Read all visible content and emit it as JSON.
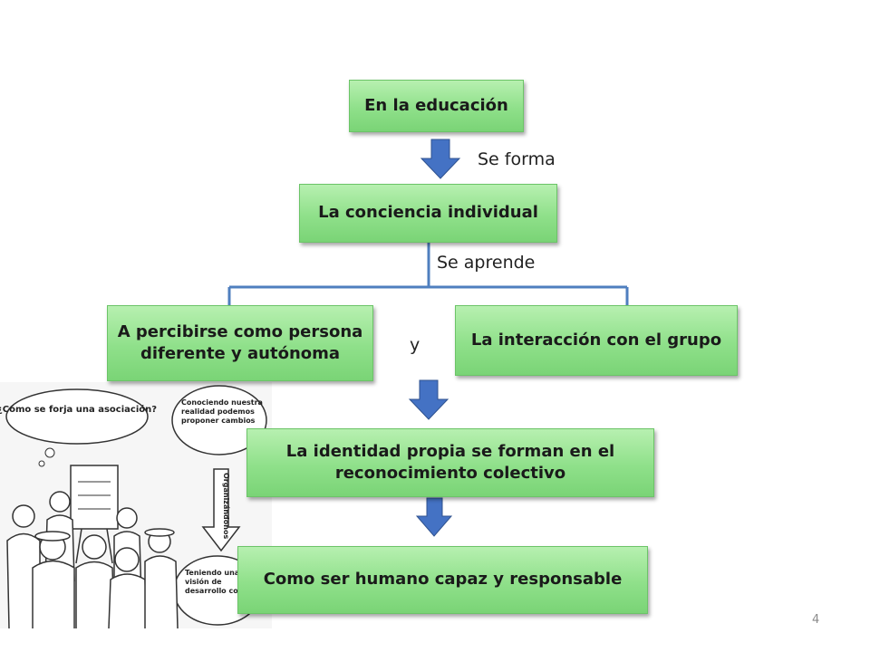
{
  "nodes": {
    "education": "En la educación",
    "individual_conscience": "La conciencia individual",
    "perceive_self": "A percibirse como persona diferente y autónoma",
    "group_interaction": "La interacción con el grupo",
    "own_identity": "La identidad propia se forman en el reconocimiento colectivo",
    "human_being": "Como ser humano capaz y responsable"
  },
  "edge_labels": {
    "se_forma": "Se forma",
    "se_aprende": "Se aprende",
    "y": "y"
  },
  "illustration": {
    "speech_bubble": "¿Cómo se forja una asociación?",
    "circle_top": "Conociendo nuestra realidad podemos proponer cambios",
    "arrow_text": "Organizándonos",
    "circle_bottom": "Teniendo una visión de desarrollo común"
  },
  "page_number": "4",
  "colors": {
    "box_fill": "#8fe08a",
    "connector": "#4f7fbf",
    "arrow_fill": "#4472c4"
  }
}
